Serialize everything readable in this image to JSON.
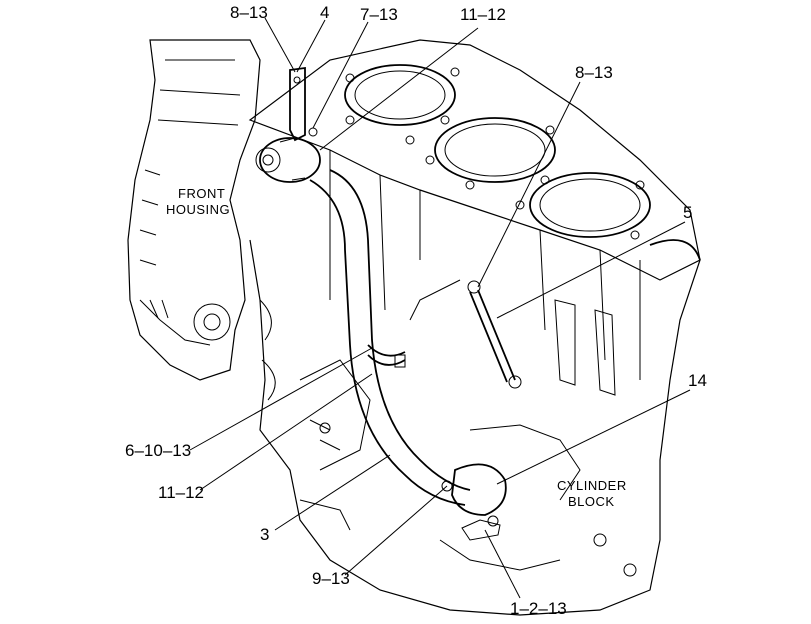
{
  "callouts": {
    "c_8_13_top": "8–13",
    "c_4": "4",
    "c_7_13": "7–13",
    "c_11_12_top": "11–12",
    "c_8_13_right": "8–13",
    "c_5": "5",
    "c_14": "14",
    "c_6_10_13": "6–10–13",
    "c_11_12_bottom": "11–12",
    "c_3": "3",
    "c_9_13": "9–13",
    "c_1_2_13": "1–2–13"
  },
  "areas": {
    "front_housing_line1": "FRONT",
    "front_housing_line2": "HOUSING",
    "cylinder_block_line1": "CYLINDER",
    "cylinder_block_line2": "BLOCK"
  }
}
